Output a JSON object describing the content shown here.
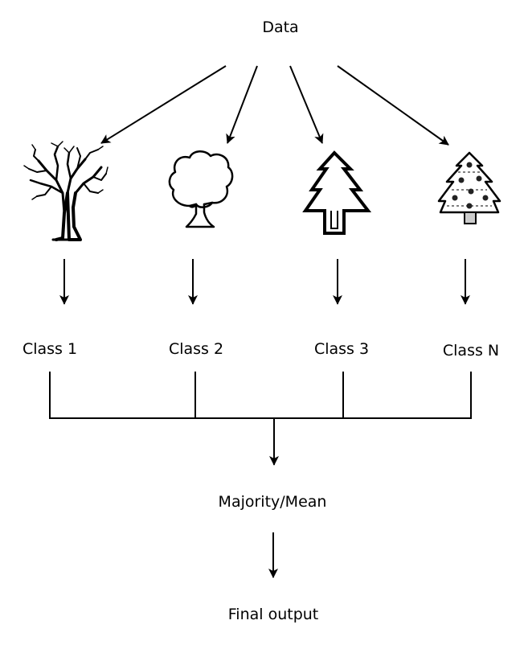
{
  "diagram": {
    "input_label": "Data",
    "classes": [
      {
        "label": "Class 1",
        "icon": "bare-tree-icon"
      },
      {
        "label": "Class 2",
        "icon": "round-tree-icon"
      },
      {
        "label": "Class 3",
        "icon": "pine-tree-icon"
      },
      {
        "label": "Class N",
        "icon": "christmas-tree-icon"
      }
    ],
    "aggregation_label": "Majority/Mean",
    "output_label": "Final output"
  },
  "colors": {
    "stroke": "#000000",
    "background": "#ffffff",
    "ornament_fill": "#222222"
  }
}
